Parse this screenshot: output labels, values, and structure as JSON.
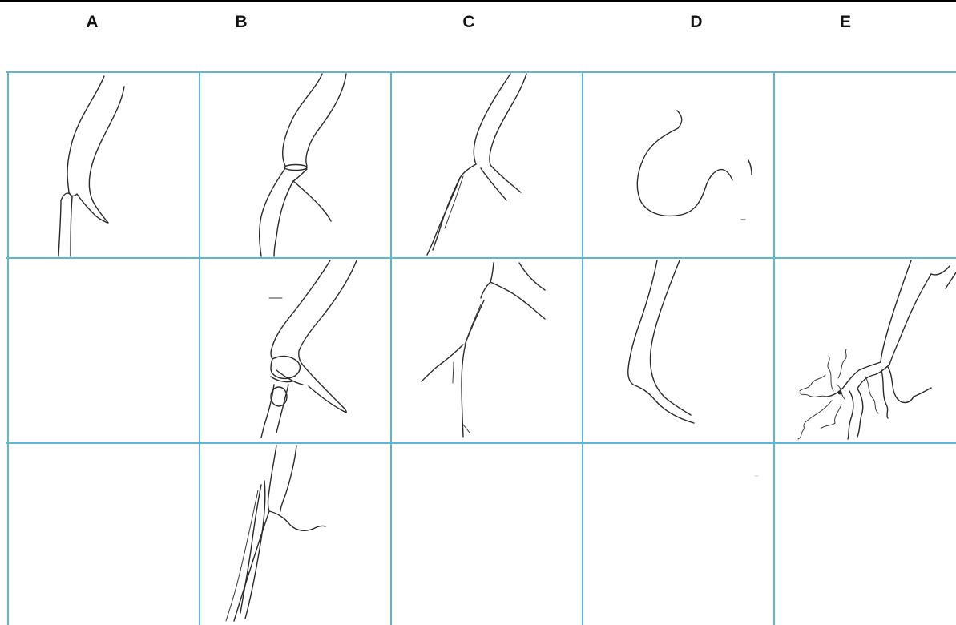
{
  "columns": [
    {
      "label": "A"
    },
    {
      "label": "B"
    },
    {
      "label": "C"
    },
    {
      "label": "D"
    },
    {
      "label": "E"
    }
  ],
  "rows": 3,
  "colors": {
    "grid": "#5bb8d3",
    "sketch": "#2a2a2a",
    "rule": "#000000"
  }
}
